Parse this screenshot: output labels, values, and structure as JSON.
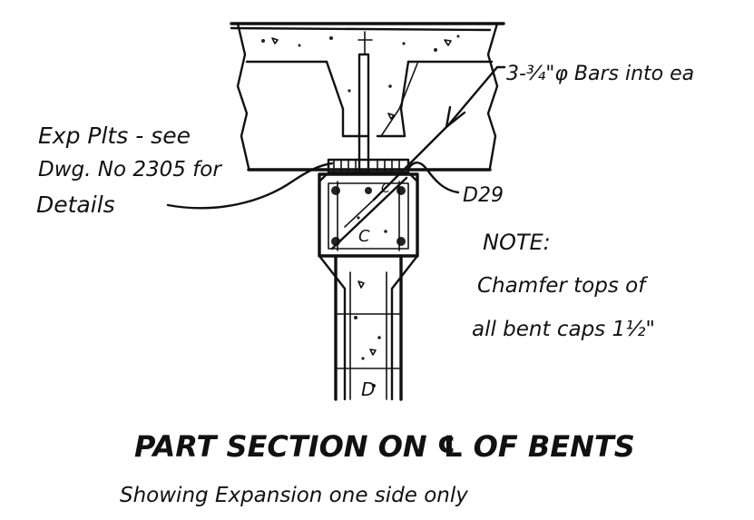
{
  "annotations": {
    "expansion_plates": [
      "Exp Plts - see",
      "Dwg. No 2305 for",
      "Details"
    ],
    "bars": "3-¾\"φ Bars into ea",
    "bar_mark": "D29",
    "note_heading": "NOTE:",
    "note_lines": [
      "Chamfer tops of",
      "all bent caps 1½\""
    ],
    "section_letters": {
      "cap_left": "C",
      "cap_right": "C",
      "column_bottom": "D"
    }
  },
  "title": {
    "main": "PART SECTION ON ℄ OF BENTS",
    "sub": "Showing Expansion one side only"
  }
}
